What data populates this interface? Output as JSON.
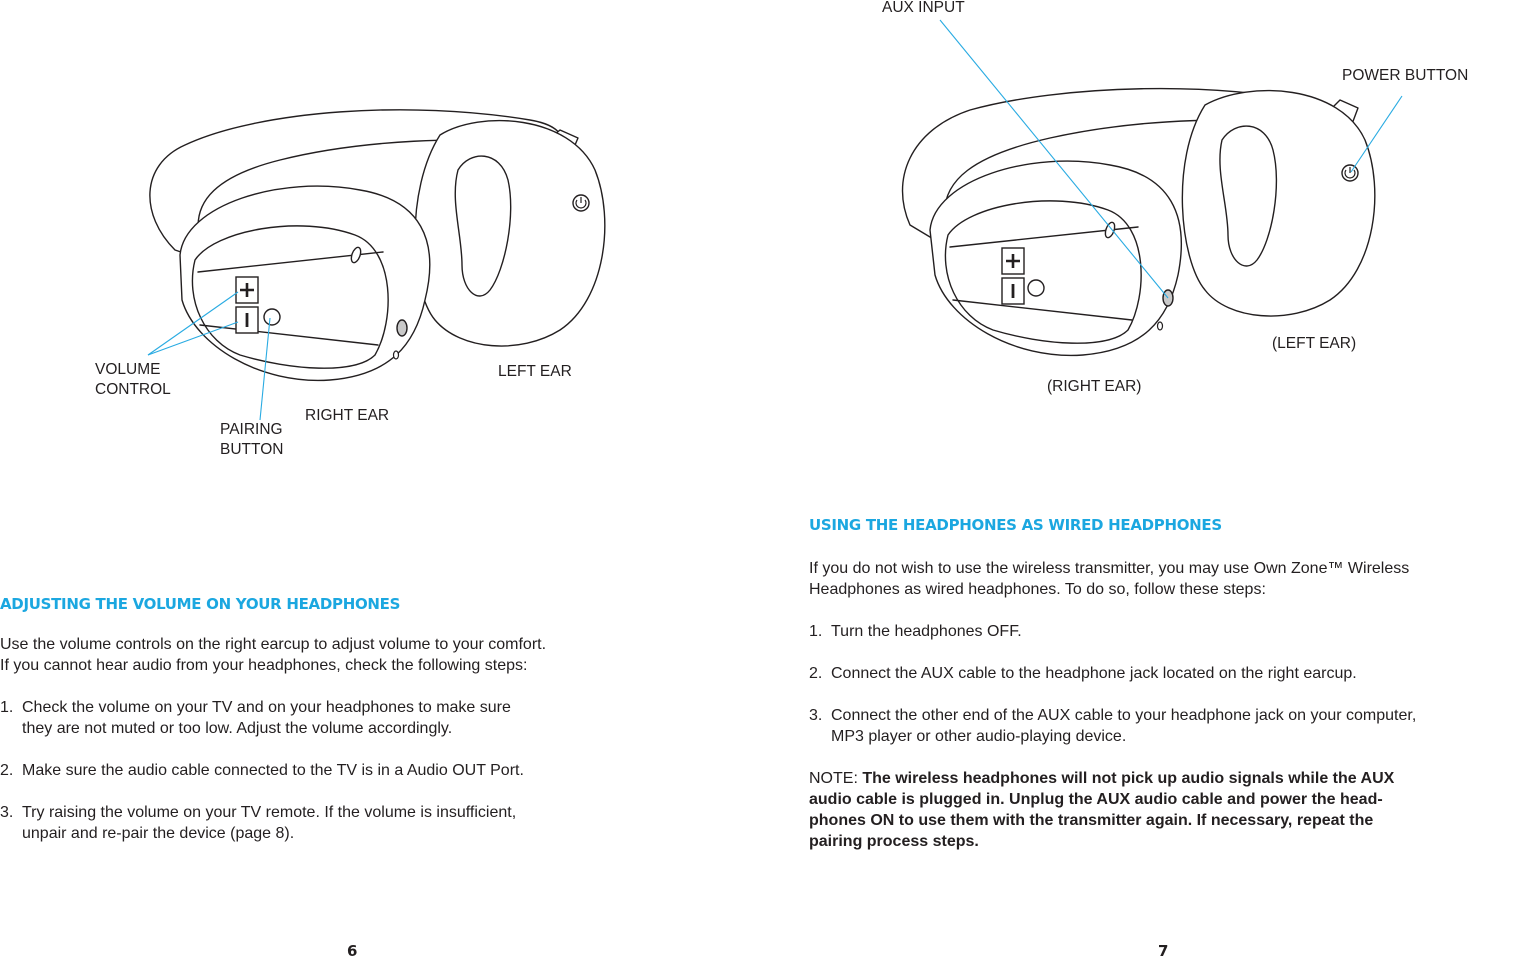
{
  "left_page": {
    "labels": {
      "volume_control": "VOLUME\nCONTROL",
      "pairing_button": "PAIRING\nBUTTON",
      "right_ear": "RIGHT EAR",
      "left_ear": "LEFT EAR"
    },
    "heading": "ADJUSTING THE VOLUME ON YOUR HEADPHONES",
    "intro": [
      "Use the volume controls on the right earcup to adjust volume to your comfort.",
      "If you cannot hear audio from your headphones, check the following steps:"
    ],
    "steps": [
      {
        "num": "1.",
        "lines": [
          "Check the volume on your TV and on your headphones to make sure",
          "they are not muted or too low. Adjust the volume accordingly."
        ]
      },
      {
        "num": "2.",
        "lines": [
          "Make sure the audio cable connected to the TV is in a Audio OUT Port."
        ]
      },
      {
        "num": "3.",
        "lines": [
          "Try raising the volume on your TV remote. If the volume is insufficient,",
          "unpair and re-pair the device (page 8)."
        ]
      }
    ],
    "page_number": "6"
  },
  "right_page": {
    "labels": {
      "aux_input": "AUX INPUT",
      "power_button": "POWER BUTTON",
      "left_ear": "(LEFT EAR)",
      "right_ear": "(RIGHT EAR)"
    },
    "heading": "USING THE HEADPHONES AS WIRED HEADPHONES",
    "intro": [
      "If you do not wish to use the wireless transmitter, you may use Own Zone™ Wireless",
      "Headphones as wired headphones. To do so, follow these steps:"
    ],
    "steps": [
      {
        "num": "1.",
        "lines": [
          "Turn the headphones OFF."
        ]
      },
      {
        "num": "2.",
        "lines": [
          "Connect the AUX cable to the headphone jack located on the right earcup."
        ]
      },
      {
        "num": "3.",
        "lines": [
          "Connect the other end of the AUX cable to your headphone jack on your computer,",
          "MP3 player or other audio-playing device."
        ]
      }
    ],
    "note_label": "NOTE: ",
    "note_lines": [
      "The wireless headphones will not pick up audio signals while the AUX",
      "audio cable is plugged in. Unplug the AUX audio cable and power the head-",
      "phones ON to use them with the transmitter again. If necessary, repeat the",
      "pairing process steps."
    ],
    "page_number": "7"
  },
  "colors": {
    "accent": "#1ba7e0",
    "text": "#231f20",
    "leader_line": "#29abe2"
  },
  "icons": [
    "headphones-illustration",
    "power-icon",
    "plus-icon",
    "minus-icon"
  ]
}
